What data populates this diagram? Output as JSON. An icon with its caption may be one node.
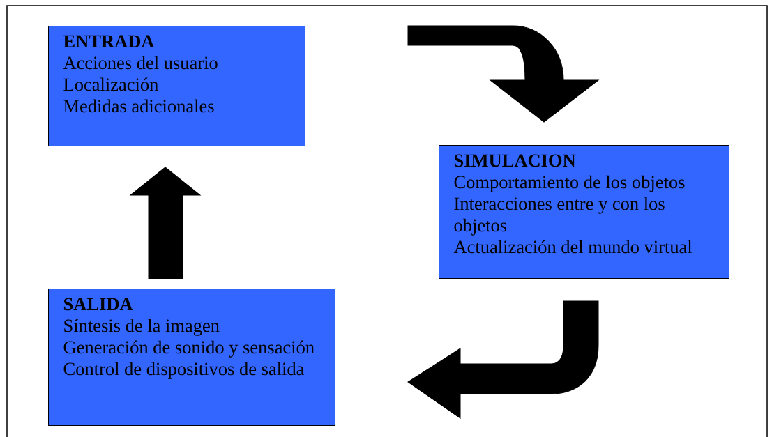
{
  "diagram": {
    "nodes": [
      {
        "text": [
          "ENTRADA",
          "Acciones del usuario",
          "Localización",
          "Medidas adicionales"
        ]
      },
      {
        "text": [
          "SIMULACION",
          "Comportamiento de los objetos",
          "Interacciones entre y con los objetos",
          "Actualización del mundo virtual"
        ]
      },
      {
        "text": [
          "SALIDA",
          "Síntesis de la imagen",
          "Generación de sonido y sensación",
          "Control de dispositivos de salida"
        ]
      }
    ],
    "edges": [
      {
        "from": 0,
        "to": 1,
        "arrow": "to",
        "style": "thick"
      },
      {
        "from": 1,
        "to": 2,
        "arrow": "to",
        "style": "thick"
      },
      {
        "from": 2,
        "to": 0,
        "arrow": "to",
        "style": "thick"
      }
    ]
  }
}
